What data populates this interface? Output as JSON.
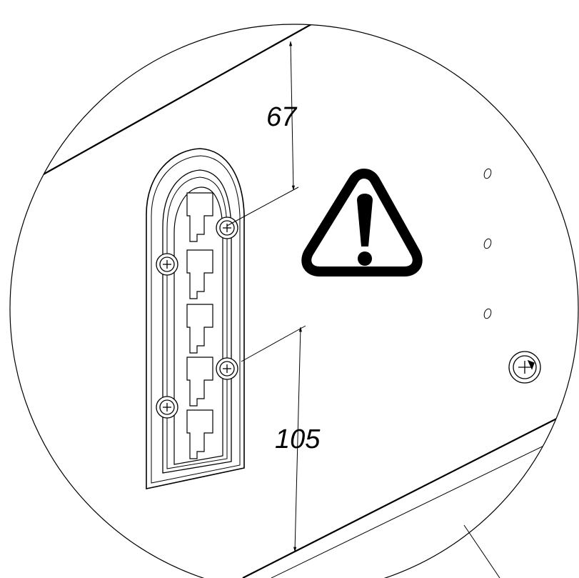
{
  "diagram": {
    "dimensions": [
      {
        "id": "top-offset",
        "label": "67"
      },
      {
        "id": "bottom-offset",
        "label": "105"
      }
    ],
    "warning_symbol": "exclamation-triangle-icon",
    "colors": {
      "line": "#000000",
      "background": "#ffffff"
    }
  }
}
